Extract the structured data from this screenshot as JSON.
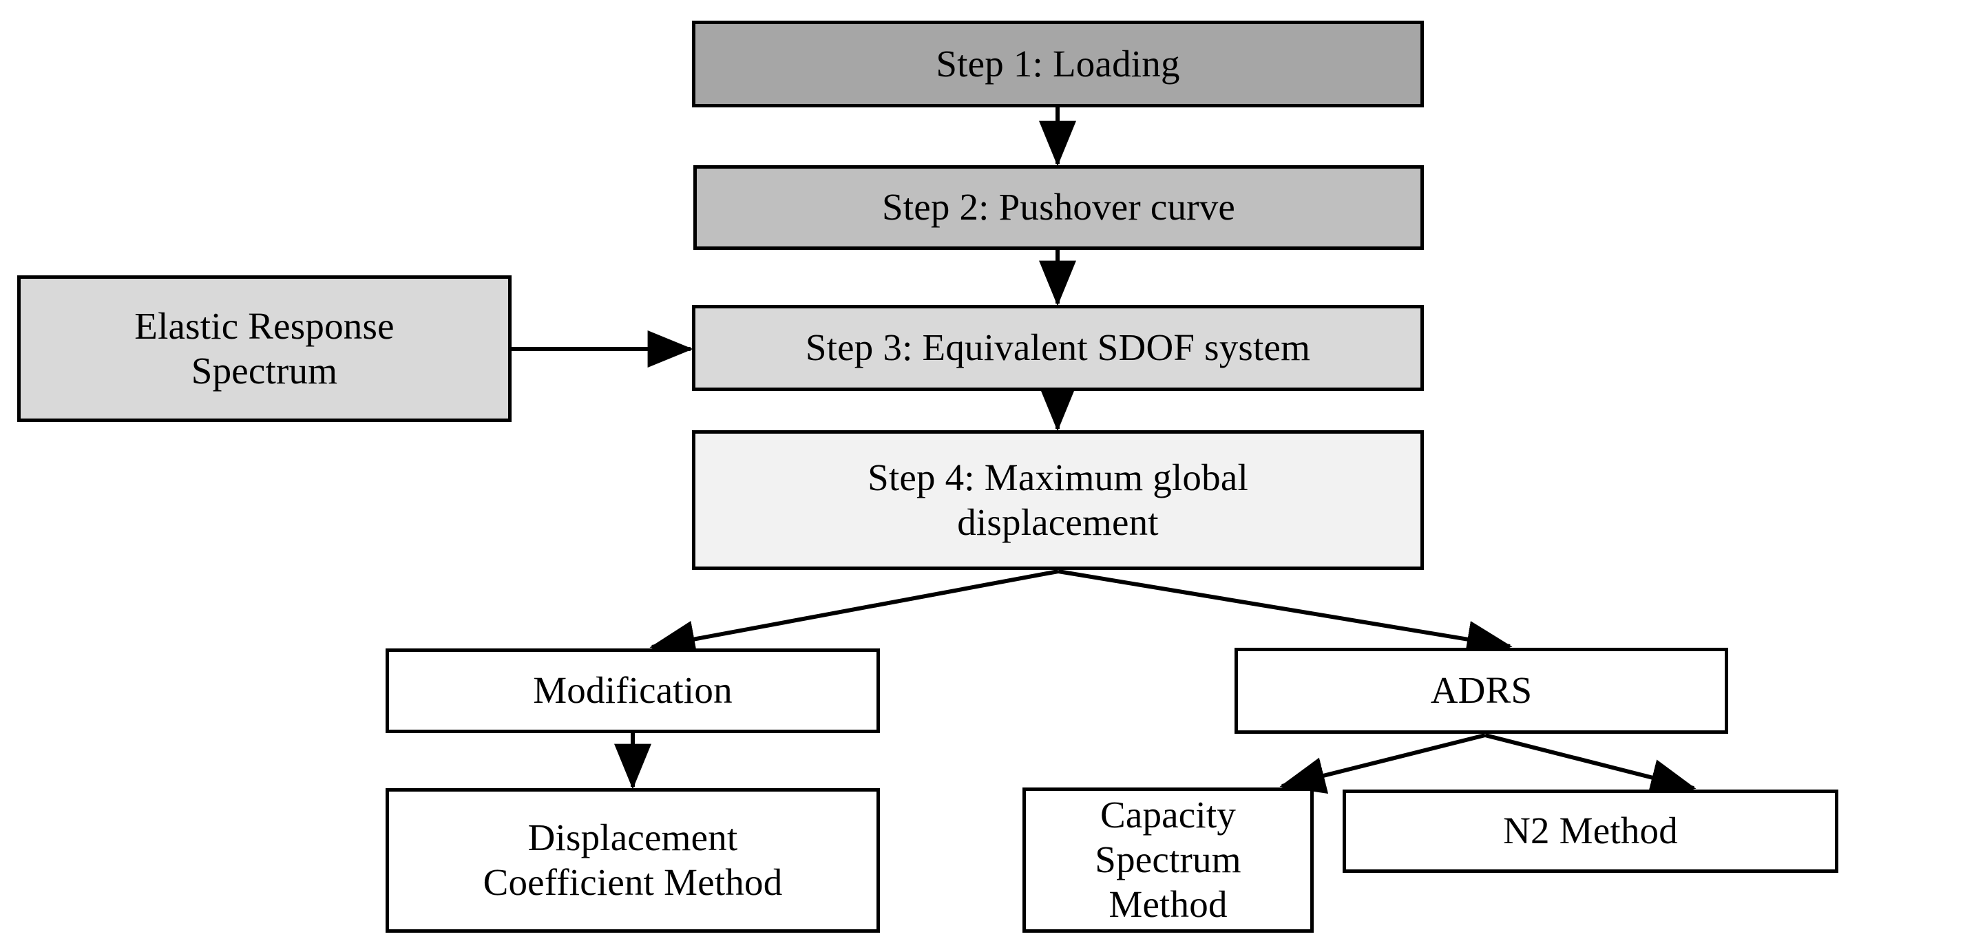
{
  "diagram": {
    "title": "Pushover analysis procedure flowchart",
    "colors": {
      "step1_fill": "#A6A6A6",
      "step2_fill": "#BFBFBF",
      "step3_fill": "#D9D9D9",
      "step4_fill": "#F2F2F2",
      "ers_fill": "#D9D9D9",
      "plain_fill": "#FFFFFF",
      "stroke": "#000000",
      "background": "#FFFFFF"
    },
    "nodes": {
      "step1": {
        "label": "Step 1: Loading"
      },
      "step2": {
        "label": "Step 2: Pushover curve"
      },
      "elastic_response_spectrum": {
        "line1": "Elastic Response",
        "line2": "Spectrum"
      },
      "step3": {
        "label": "Step 3: Equivalent SDOF system"
      },
      "step4": {
        "line1": "Step 4: Maximum global",
        "line2": "displacement"
      },
      "modification": {
        "label": "Modification"
      },
      "adrs": {
        "label": "ADRS"
      },
      "displacement_coefficient_method": {
        "line1": "Displacement",
        "line2": "Coefficient Method"
      },
      "capacity_spectrum_method": {
        "line1": "Capacity",
        "line2": "Spectrum Method"
      },
      "n2_method": {
        "label": "N2 Method"
      }
    },
    "edges": [
      {
        "id": "step1-to-step2",
        "from": "step1",
        "to": "step2",
        "kind": "vertical-arrow"
      },
      {
        "id": "step2-to-step3",
        "from": "step2",
        "to": "step3",
        "kind": "vertical-arrow"
      },
      {
        "id": "ers-to-step3",
        "from": "elastic_response_spectrum",
        "to": "step3",
        "kind": "horizontal-arrow"
      },
      {
        "id": "step3-to-step4",
        "from": "step3",
        "to": "step4",
        "kind": "vertical-arrow"
      },
      {
        "id": "step4-to-modification",
        "from": "step4",
        "to": "modification",
        "kind": "diagonal-arrow"
      },
      {
        "id": "step4-to-adrs",
        "from": "step4",
        "to": "adrs",
        "kind": "diagonal-arrow"
      },
      {
        "id": "modification-to-dcm",
        "from": "modification",
        "to": "displacement_coefficient_method",
        "kind": "vertical-arrow"
      },
      {
        "id": "adrs-to-csm",
        "from": "adrs",
        "to": "capacity_spectrum_method",
        "kind": "diagonal-arrow"
      },
      {
        "id": "adrs-to-n2",
        "from": "adrs",
        "to": "n2_method",
        "kind": "diagonal-arrow"
      }
    ]
  }
}
